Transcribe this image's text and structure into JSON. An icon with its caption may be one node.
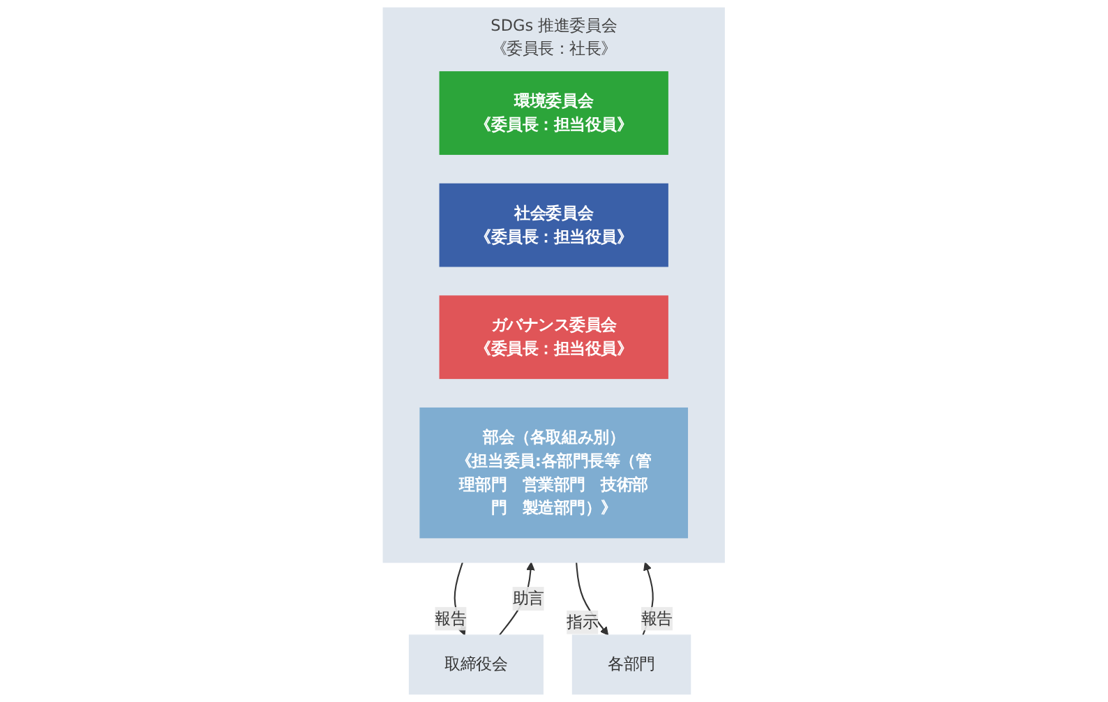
{
  "diagram": {
    "nodes": [
      {
        "text": [
          "取締役会"
        ]
      },
      {
        "text": [
          "SDGs 推進委員会",
          "《委員長：社長》"
        ]
      },
      {
        "text": [
          "環境委員会",
          "《委員長：担当役員》"
        ],
        "in": 1
      },
      {
        "text": [
          "社会委員会",
          "《委員長：担当役員》"
        ],
        "in": 1
      },
      {
        "text": [
          "ガバナンス委員会",
          "《委員長：担当役員》"
        ],
        "in": 1
      },
      {
        "text": [
          "部会（各取組み別）",
          "《担当委員:各部門長等（管理部門　営業部門　技術部門　製造部門）》"
        ],
        "in": 1
      },
      {
        "text": [
          "各部門"
        ]
      }
    ],
    "edges": [
      {
        "from": 0,
        "to": 1,
        "arrow": "to",
        "label": "助言"
      },
      {
        "from": 1,
        "to": 0,
        "arrow": "to",
        "label": "報告"
      },
      {
        "from": 1,
        "to": 6,
        "arrow": "to",
        "label": "指示"
      },
      {
        "from": 6,
        "to": 1,
        "arrow": "to",
        "label": "報告"
      }
    ]
  }
}
